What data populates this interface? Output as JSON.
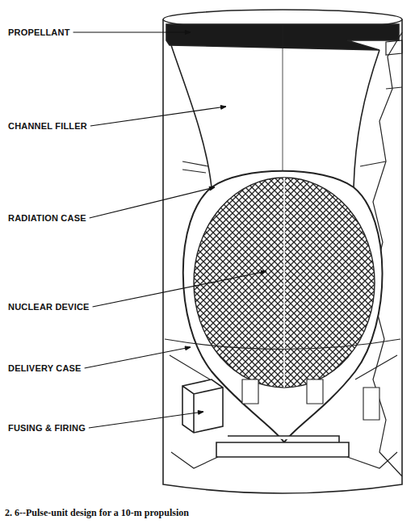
{
  "diagram": {
    "caption": "2. 6--Pulse-unit design for a 10-m propulsion",
    "labels": [
      "PROPELLANT",
      "CHANNEL FILLER",
      "RADIATION CASE",
      "NUCLEAR DEVICE",
      "DELIVERY CASE",
      "FUSING & FIRING"
    ]
  }
}
